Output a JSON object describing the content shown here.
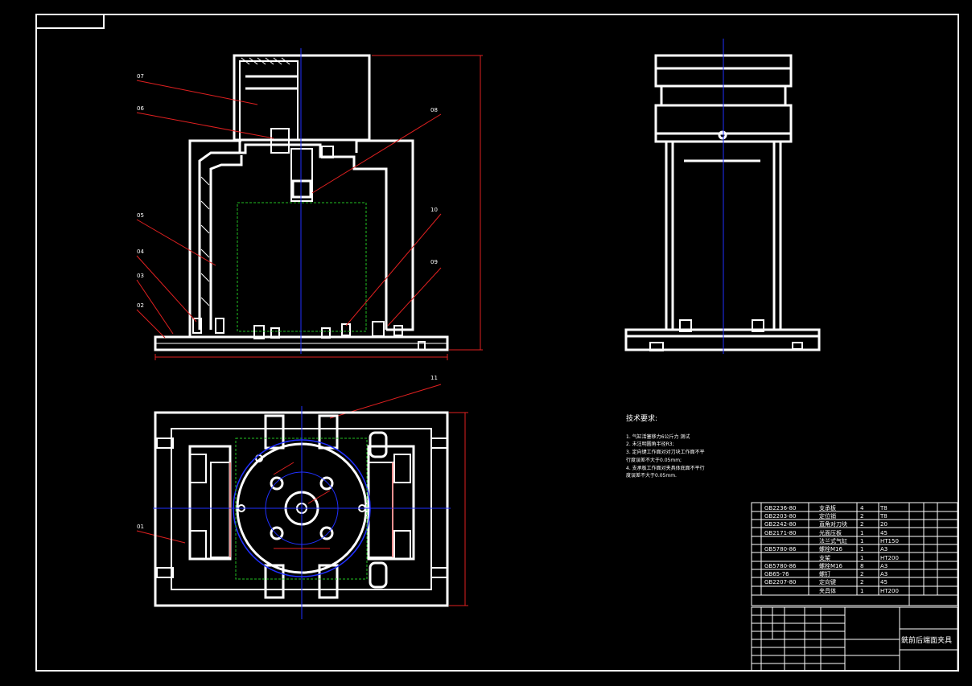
{
  "drawing": {
    "title": "銑前后端面夹具",
    "requirements": {
      "heading": "技术要求:",
      "items": [
        "1. 气缸活塞移力6公斤力 测试",
        "2. 未注明圆角半径R3;",
        "3. 定向键工作面对对刀块工作面不平",
        "行度误差不大于0.05mm;",
        "4. 支承板工作面对夹具体底面不平行",
        "度误差不大于0.05mm."
      ]
    },
    "part_labels": [
      "07",
      "06",
      "08",
      "05",
      "04",
      "03",
      "02",
      "10",
      "09",
      "11",
      "01"
    ],
    "bom": [
      {
        "code": "GB2236-80",
        "name": "支承板",
        "qty": "4",
        "material": "T8"
      },
      {
        "code": "GB2203-80",
        "name": "定位销",
        "qty": "2",
        "material": "T8"
      },
      {
        "code": "GB2242-80",
        "name": "直角对刀块",
        "qty": "2",
        "material": "20"
      },
      {
        "code": "GB2171-80",
        "name": "光面压板",
        "qty": "1",
        "material": "45"
      },
      {
        "code": "",
        "name": "法兰式气缸",
        "qty": "1",
        "material": "HT150"
      },
      {
        "code": "GB5780-86",
        "name": "螺栓M16",
        "qty": "1",
        "material": "A3"
      },
      {
        "code": "",
        "name": "支架",
        "qty": "1",
        "material": "HT200"
      },
      {
        "code": "GB5780-86",
        "name": "螺栓M16",
        "qty": "8",
        "material": "A3"
      },
      {
        "code": "GB65-76",
        "name": "螺钉",
        "qty": "2",
        "material": "A3"
      },
      {
        "code": "GB2207-80",
        "name": "定向键",
        "qty": "2",
        "material": "45"
      },
      {
        "code": "",
        "name": "夹具体",
        "qty": "1",
        "material": "HT200"
      }
    ]
  }
}
